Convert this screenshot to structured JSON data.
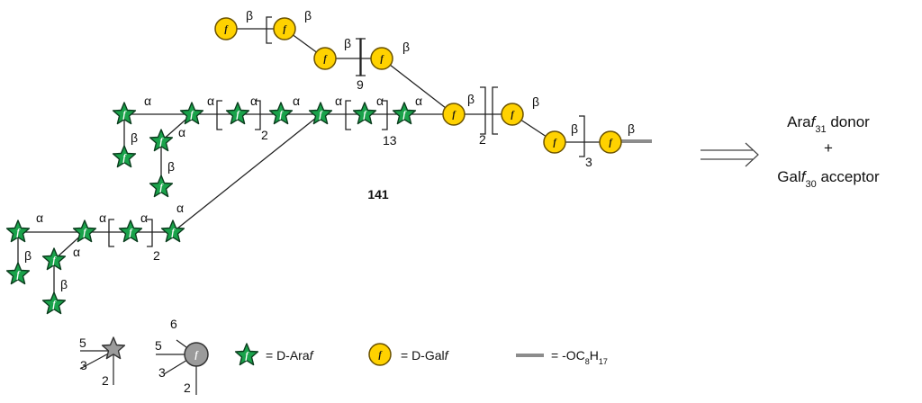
{
  "compound": {
    "number": "141"
  },
  "glycosidic_labels": {
    "alpha": "α",
    "beta": "β"
  },
  "residue_letter": "f",
  "repeats": [
    "9",
    "2",
    "2",
    "13",
    "2",
    "3"
  ],
  "retrosynthesis": {
    "donor": {
      "prefix": "Ara",
      "italic": "f",
      "subscript": "31",
      "suffix": " donor"
    },
    "plus": "+",
    "acceptor": {
      "prefix": "Gal",
      "italic": "f",
      "subscript": "30",
      "suffix": " acceptor"
    }
  },
  "legend": {
    "star_positions": [
      "5",
      "3",
      "2"
    ],
    "circle_positions": [
      "6",
      "5",
      "3",
      "2"
    ],
    "ara": {
      "eq": "= D-Ara",
      "italic": "f"
    },
    "gal": {
      "eq": "= D-Gal",
      "italic": "f"
    },
    "linker": {
      "eq": "= -OC",
      "sub1": "8",
      "mid": "H",
      "sub2": "17"
    }
  },
  "colors": {
    "arabinose_fill": "#19a24a",
    "arabinose_stroke": "#0b3d1e",
    "galactose_fill": "#ffd200",
    "galactose_stroke": "#6b5200",
    "generic_fill": "#9b9b9b",
    "linker": "#8c8c8c",
    "arrow": "#444444"
  }
}
